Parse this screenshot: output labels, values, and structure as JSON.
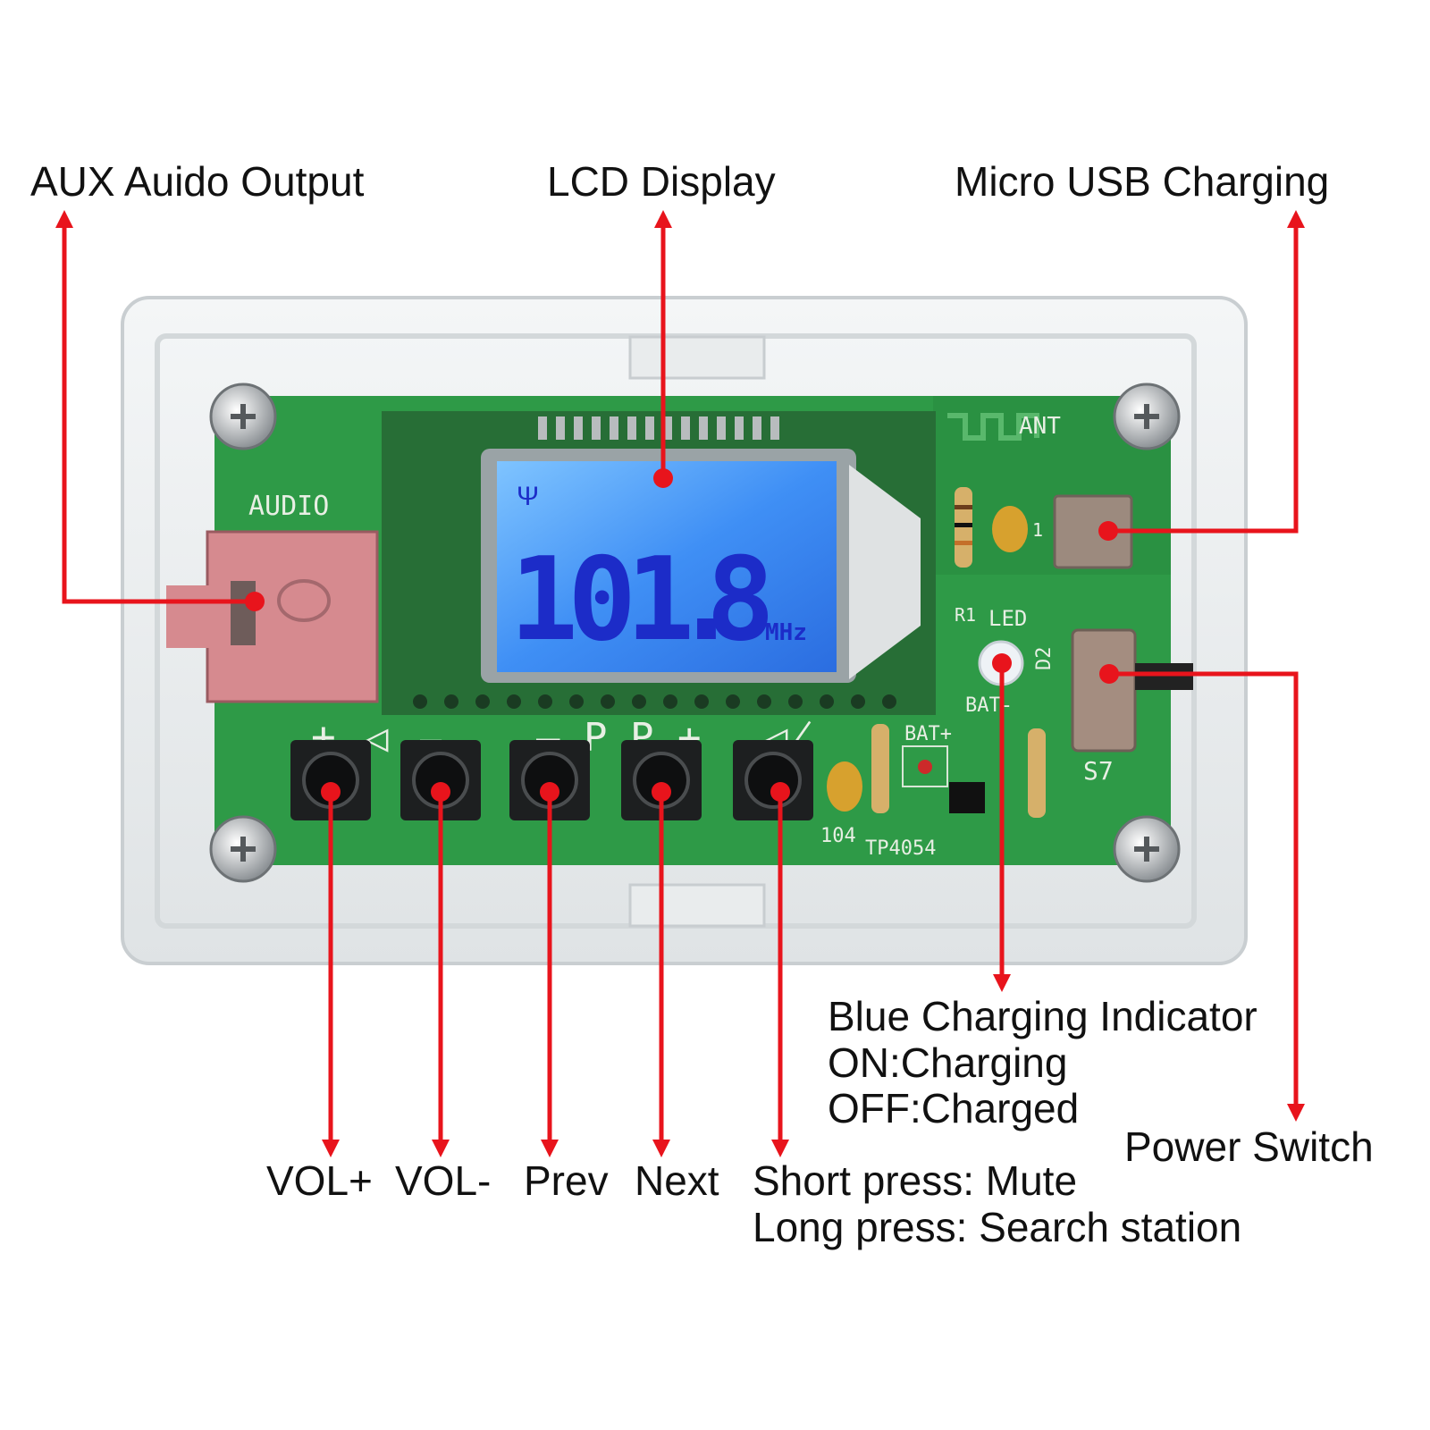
{
  "callouts": {
    "aux_output": "AUX Auido Output",
    "lcd_display": "LCD Display",
    "micro_usb": "Micro USB Charging",
    "charging_indicator": [
      "Blue Charging Indicator",
      "ON:Charging",
      "OFF:Charged"
    ],
    "power_switch": "Power Switch",
    "vol_plus": "VOL+",
    "vol_minus": "VOL-",
    "prev": "Prev",
    "next": "Next",
    "mute_search": [
      "Short press: Mute",
      "Long press: Search station"
    ]
  },
  "board": {
    "silkscreen": {
      "audio": "AUDIO",
      "ant": "ANT",
      "led": "LED",
      "d2": "D2",
      "r1": "R1",
      "s7": "S7",
      "bat_plus": "BAT+",
      "bat_minus": "BAT-",
      "cap_104": "104",
      "chip": "TP4054",
      "usb_pin": "1"
    },
    "button_symbols": [
      "+",
      "—",
      "— P",
      "P +",
      ""
    ]
  },
  "lcd": {
    "frequency_int": "101",
    "frequency_dec": "8",
    "unit": "MHz"
  },
  "colors": {
    "arrow": "#e8141c",
    "pcb": "#2e9a47",
    "lcd": "#3f8ff5",
    "jack": "#d68a8f"
  }
}
